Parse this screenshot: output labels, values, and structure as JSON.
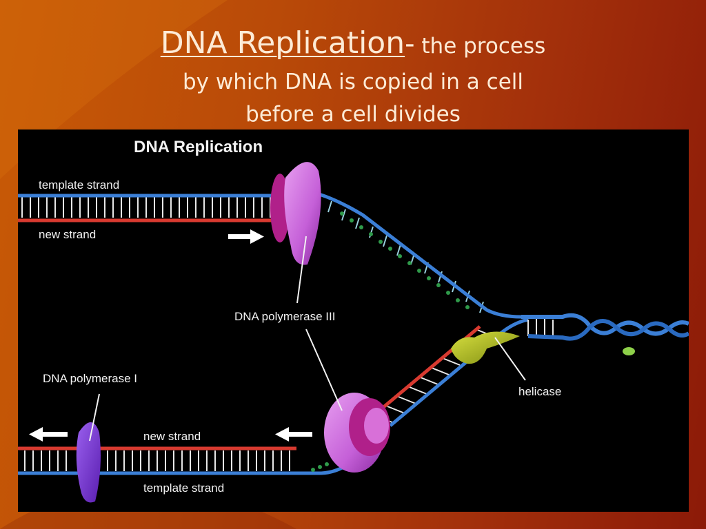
{
  "slide": {
    "title_main": "DNA Replication",
    "title_dash": "-",
    "title_rest": " the process",
    "title_line2": "by which DNA is copied in a cell",
    "title_line3": "before a cell divides"
  },
  "diagram": {
    "heading": "DNA Replication",
    "labels": {
      "template_strand_top": "template strand",
      "new_strand_top": "new strand",
      "dna_polymerase_iii": "DNA polymerase III",
      "dna_polymerase_i": "DNA polymerase I",
      "new_strand_bottom": "new strand",
      "template_strand_bottom": "template strand",
      "helicase": "helicase"
    },
    "colors": {
      "template_strand": "#3b7fd6",
      "new_strand": "#d83a30",
      "polymerase_iii": "#d07ae0",
      "polymerase_i": "#7a3ad8",
      "helicase": "#a8b820",
      "primer": "#2f9a4a"
    }
  }
}
